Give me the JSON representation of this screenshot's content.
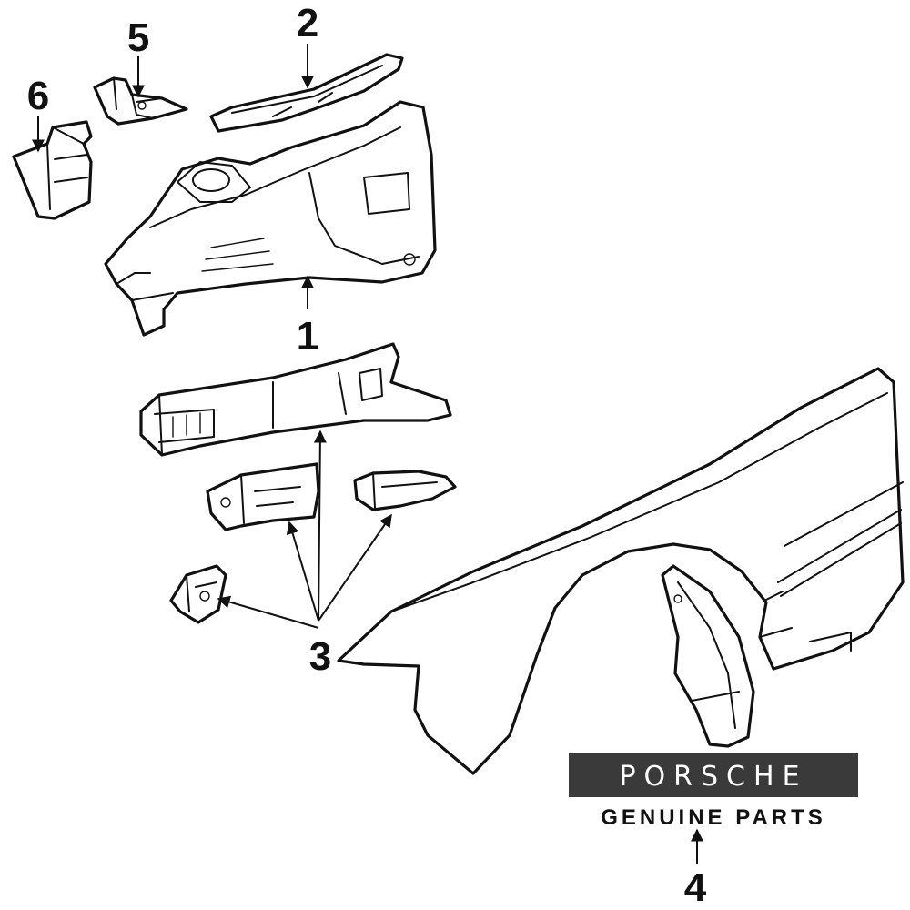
{
  "callouts": [
    {
      "id": "1",
      "label": "1"
    },
    {
      "id": "2",
      "label": "2"
    },
    {
      "id": "3",
      "label": "3"
    },
    {
      "id": "4",
      "label": "4"
    },
    {
      "id": "5",
      "label": "5"
    },
    {
      "id": "6",
      "label": "6"
    }
  ],
  "logo": {
    "brand": "PORSCHE",
    "tagline": "GENUINE PARTS",
    "bar_color": "#3a3a3a"
  }
}
